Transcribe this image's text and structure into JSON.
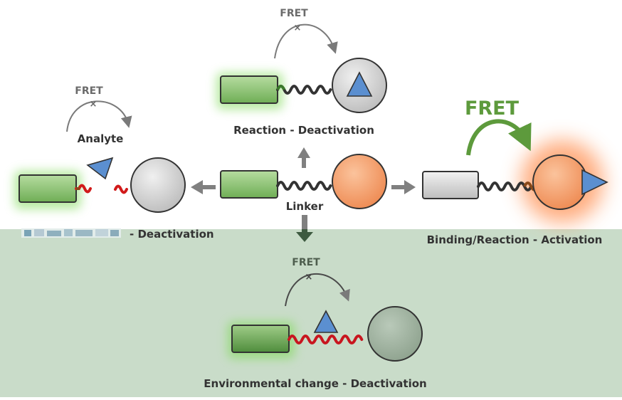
{
  "labels": {
    "fret_top": "FRET",
    "fret_left": "FRET",
    "fret_right": "FRET",
    "fret_bottom": "FRET",
    "analyte": "Analyte",
    "reaction_deactivation": "Reaction - Deactivation",
    "linker": "Linker",
    "left_caption_suffix": "- Deactivation",
    "binding_activation": "Binding/Reaction - Activation",
    "environmental_deactivation": "Environmental change - Deactivation"
  },
  "colors": {
    "bottom_panel": "#c9dcc9",
    "donor_green": "#8cc472",
    "glow_green": "#7ed957",
    "acceptor_orange": "#f39a68",
    "glow_orange": "#ff8a4a",
    "acceptor_grey": "#d3d3d3",
    "linker_dark": "#333333",
    "linker_red": "#d11a1a",
    "linker_brown": "#8b4a1a",
    "arrow_grey": "#808080",
    "arrow_dark_green": "#3d5a40",
    "fret_active_green": "#5d9a3c",
    "analyte_blue": "#5b8fd0",
    "text_dark": "#333333"
  }
}
